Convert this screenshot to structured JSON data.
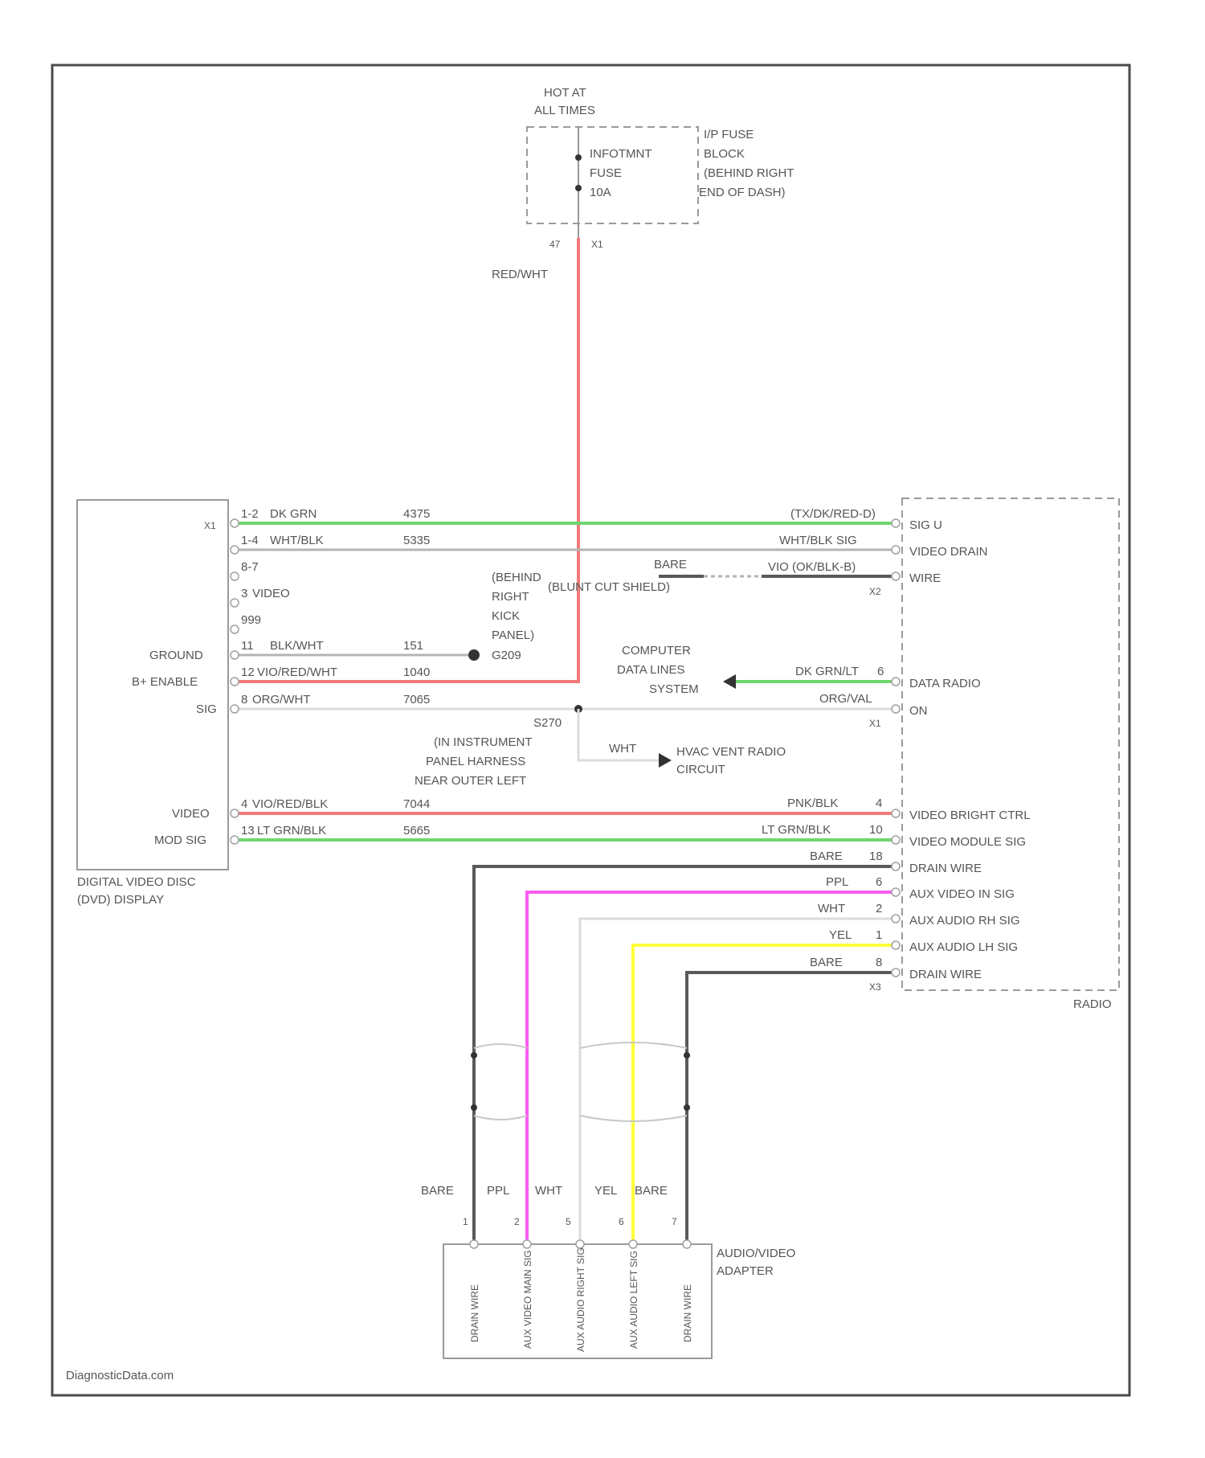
{
  "fuse_block": {
    "hot_line1": "HOT AT",
    "hot_line2": "ALL TIMES",
    "fuse_line1": "INFOTMNT",
    "fuse_line2": "FUSE",
    "fuse_line3": "10A",
    "desc_line1": "I/P FUSE",
    "desc_line2": "BLOCK",
    "desc_line3": "(BEHIND RIGHT",
    "desc_line4": "END OF DASH)",
    "pin": "47",
    "conn": "X1",
    "wire": "RED/WHT"
  },
  "dvd_display": {
    "name_line1": "DIGITAL VIDEO DISC",
    "name_line2": "(DVD) DISPLAY",
    "conn": "X1",
    "rows": [
      {
        "pin": "1-2",
        "color": "DK GRN",
        "circuit": "4375"
      },
      {
        "pin": "1-4",
        "color": "WHT/BLK",
        "circuit": "5335"
      },
      {
        "pin": "8-7",
        "color": "",
        "circuit": ""
      },
      {
        "pin": "3",
        "color": "VIDEO",
        "circuit": ""
      },
      {
        "pin": "999",
        "color": "",
        "circuit": ""
      },
      {
        "pin": "11",
        "color": "BLK/WHT",
        "circuit": "151"
      },
      {
        "pin": "12",
        "color": "VIO/RED/WHT",
        "circuit": "1040"
      },
      {
        "pin": "8",
        "color": "ORG/WHT",
        "circuit": "7065"
      },
      {
        "pin": "4",
        "color": "VIO/RED/BLK",
        "circuit": "7044"
      },
      {
        "pin": "13",
        "color": "LT GRN/BLK",
        "circuit": "5665"
      }
    ],
    "side_labels": [
      "GROUND",
      "B+ ENABLE",
      "SIG",
      "VIDEO",
      "MOD SIG"
    ]
  },
  "radio": {
    "name": "RADIO",
    "conn_x2": "X2",
    "conn_x1": "X1",
    "conn_x3": "X3",
    "top_rows": [
      {
        "left": "(TX/DK/RED-D)",
        "label": "SIG U"
      },
      {
        "left": "WHT/BLK SIG",
        "label": "VIDEO DRAIN"
      },
      {
        "left": "VIO (OK/BLK-B)",
        "label": "WIRE"
      }
    ],
    "data_color": "DK GRN/LT",
    "data_pin": "6",
    "data_label": "DATA RADIO",
    "on_color": "ORG/VAL",
    "on_label": "ON",
    "bottom_rows": [
      {
        "color": "PNK/BLK",
        "pin": "4",
        "label": "VIDEO BRIGHT CTRL"
      },
      {
        "color": "LT GRN/BLK",
        "pin": "10",
        "label": "VIDEO MODULE SIG"
      },
      {
        "color": "BARE",
        "pin": "18",
        "label": "DRAIN WIRE"
      },
      {
        "color": "PPL",
        "pin": "6",
        "label": "AUX VIDEO IN SIG"
      },
      {
        "color": "WHT",
        "pin": "2",
        "label": "AUX AUDIO RH SIG"
      },
      {
        "color": "YEL",
        "pin": "1",
        "label": "AUX AUDIO LH SIG"
      },
      {
        "color": "BARE",
        "pin": "8",
        "label": "DRAIN WIRE"
      }
    ]
  },
  "shield": {
    "bare": "BARE",
    "label": "(BLUNT CUT SHIELD)"
  },
  "ground": {
    "line1": "(BEHIND",
    "line2": "RIGHT",
    "line3": "KICK",
    "line4": "PANEL)",
    "name": "G209"
  },
  "computer_data": {
    "line1": "COMPUTER",
    "line2": "DATA LINES",
    "line3": "SYSTEM"
  },
  "splice": {
    "name": "S270",
    "line1": "(IN INSTRUMENT",
    "line2": "PANEL HARNESS",
    "line3": "NEAR OUTER LEFT",
    "line4": "...)",
    "wire": "WHT",
    "dest_line1": "HVAC VENT RADIO",
    "dest_line2": "CIRCUIT"
  },
  "adapter": {
    "name_line1": "AUDIO/VIDEO",
    "name_line2": "ADAPTER",
    "wires": [
      {
        "color": "BARE",
        "pin": "1",
        "label": "DRAIN WIRE"
      },
      {
        "color": "PPL",
        "pin": "2",
        "label": "AUX VIDEO MAIN SIG"
      },
      {
        "color": "WHT",
        "pin": "5",
        "label": "AUX AUDIO RIGHT SIG"
      },
      {
        "color": "YEL",
        "pin": "6",
        "label": "AUX AUDIO LEFT SIG"
      },
      {
        "color": "BARE",
        "pin": "7",
        "label": "DRAIN WIRE"
      }
    ]
  },
  "footer": "DiagnosticData.com"
}
